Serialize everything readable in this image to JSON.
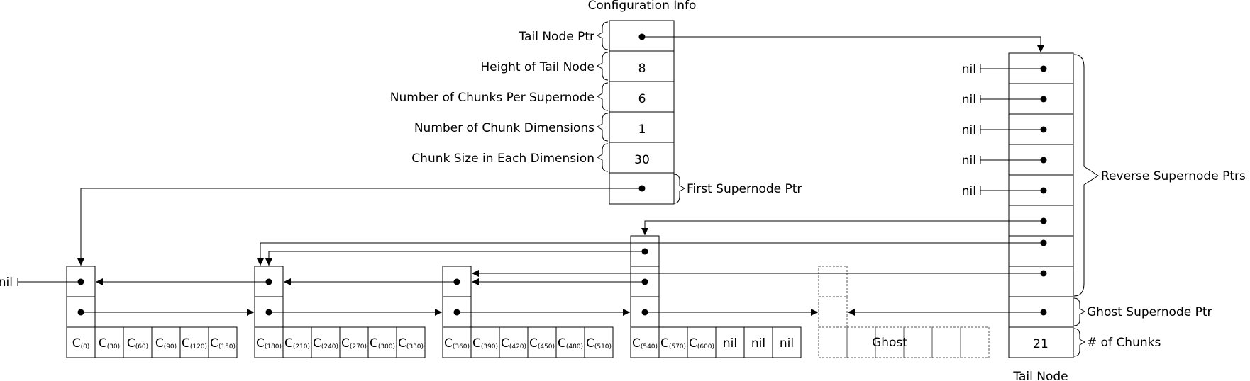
{
  "config": {
    "title": "Configuration Info",
    "fields": [
      {
        "label": "Tail Node Ptr",
        "value": ""
      },
      {
        "label": "Height of Tail Node",
        "value": "8"
      },
      {
        "label": "Number of Chunks Per Supernode",
        "value": "6"
      },
      {
        "label": "Number of Chunk Dimensions",
        "value": "1"
      },
      {
        "label": "Chunk Size in Each Dimension",
        "value": "30"
      }
    ],
    "first_supernode_label": "First Supernode Ptr"
  },
  "tail": {
    "title": "Tail Node",
    "nil_label": "nil",
    "reverse_label": "Reverse Supernode Ptrs",
    "ghost_ptr_label": "Ghost Supernode Ptr",
    "chunks_label": "# of Chunks",
    "chunks_value": "21"
  },
  "supernodes": [
    {
      "chunks": [
        {
          "t": "C",
          "s": "(0)"
        },
        {
          "t": "C",
          "s": "(30)"
        },
        {
          "t": "C",
          "s": "(60)"
        },
        {
          "t": "C",
          "s": "(90)"
        },
        {
          "t": "C",
          "s": "(120)"
        },
        {
          "t": "C",
          "s": "(150)"
        }
      ]
    },
    {
      "chunks": [
        {
          "t": "C",
          "s": "(180)"
        },
        {
          "t": "C",
          "s": "(210)"
        },
        {
          "t": "C",
          "s": "(240)"
        },
        {
          "t": "C",
          "s": "(270)"
        },
        {
          "t": "C",
          "s": "(300)"
        },
        {
          "t": "C",
          "s": "(330)"
        }
      ]
    },
    {
      "chunks": [
        {
          "t": "C",
          "s": "(360)"
        },
        {
          "t": "C",
          "s": "(390)"
        },
        {
          "t": "C",
          "s": "(420)"
        },
        {
          "t": "C",
          "s": "(450)"
        },
        {
          "t": "C",
          "s": "(480)"
        },
        {
          "t": "C",
          "s": "(510)"
        }
      ]
    },
    {
      "chunks": [
        {
          "t": "C",
          "s": "(540)"
        },
        {
          "t": "C",
          "s": "(570)"
        },
        {
          "t": "C",
          "s": "(600)"
        },
        {
          "t": "nil",
          "s": ""
        },
        {
          "t": "nil",
          "s": ""
        },
        {
          "t": "nil",
          "s": ""
        }
      ]
    }
  ],
  "ghost_label": "Ghost",
  "left_nil_label": "nil"
}
